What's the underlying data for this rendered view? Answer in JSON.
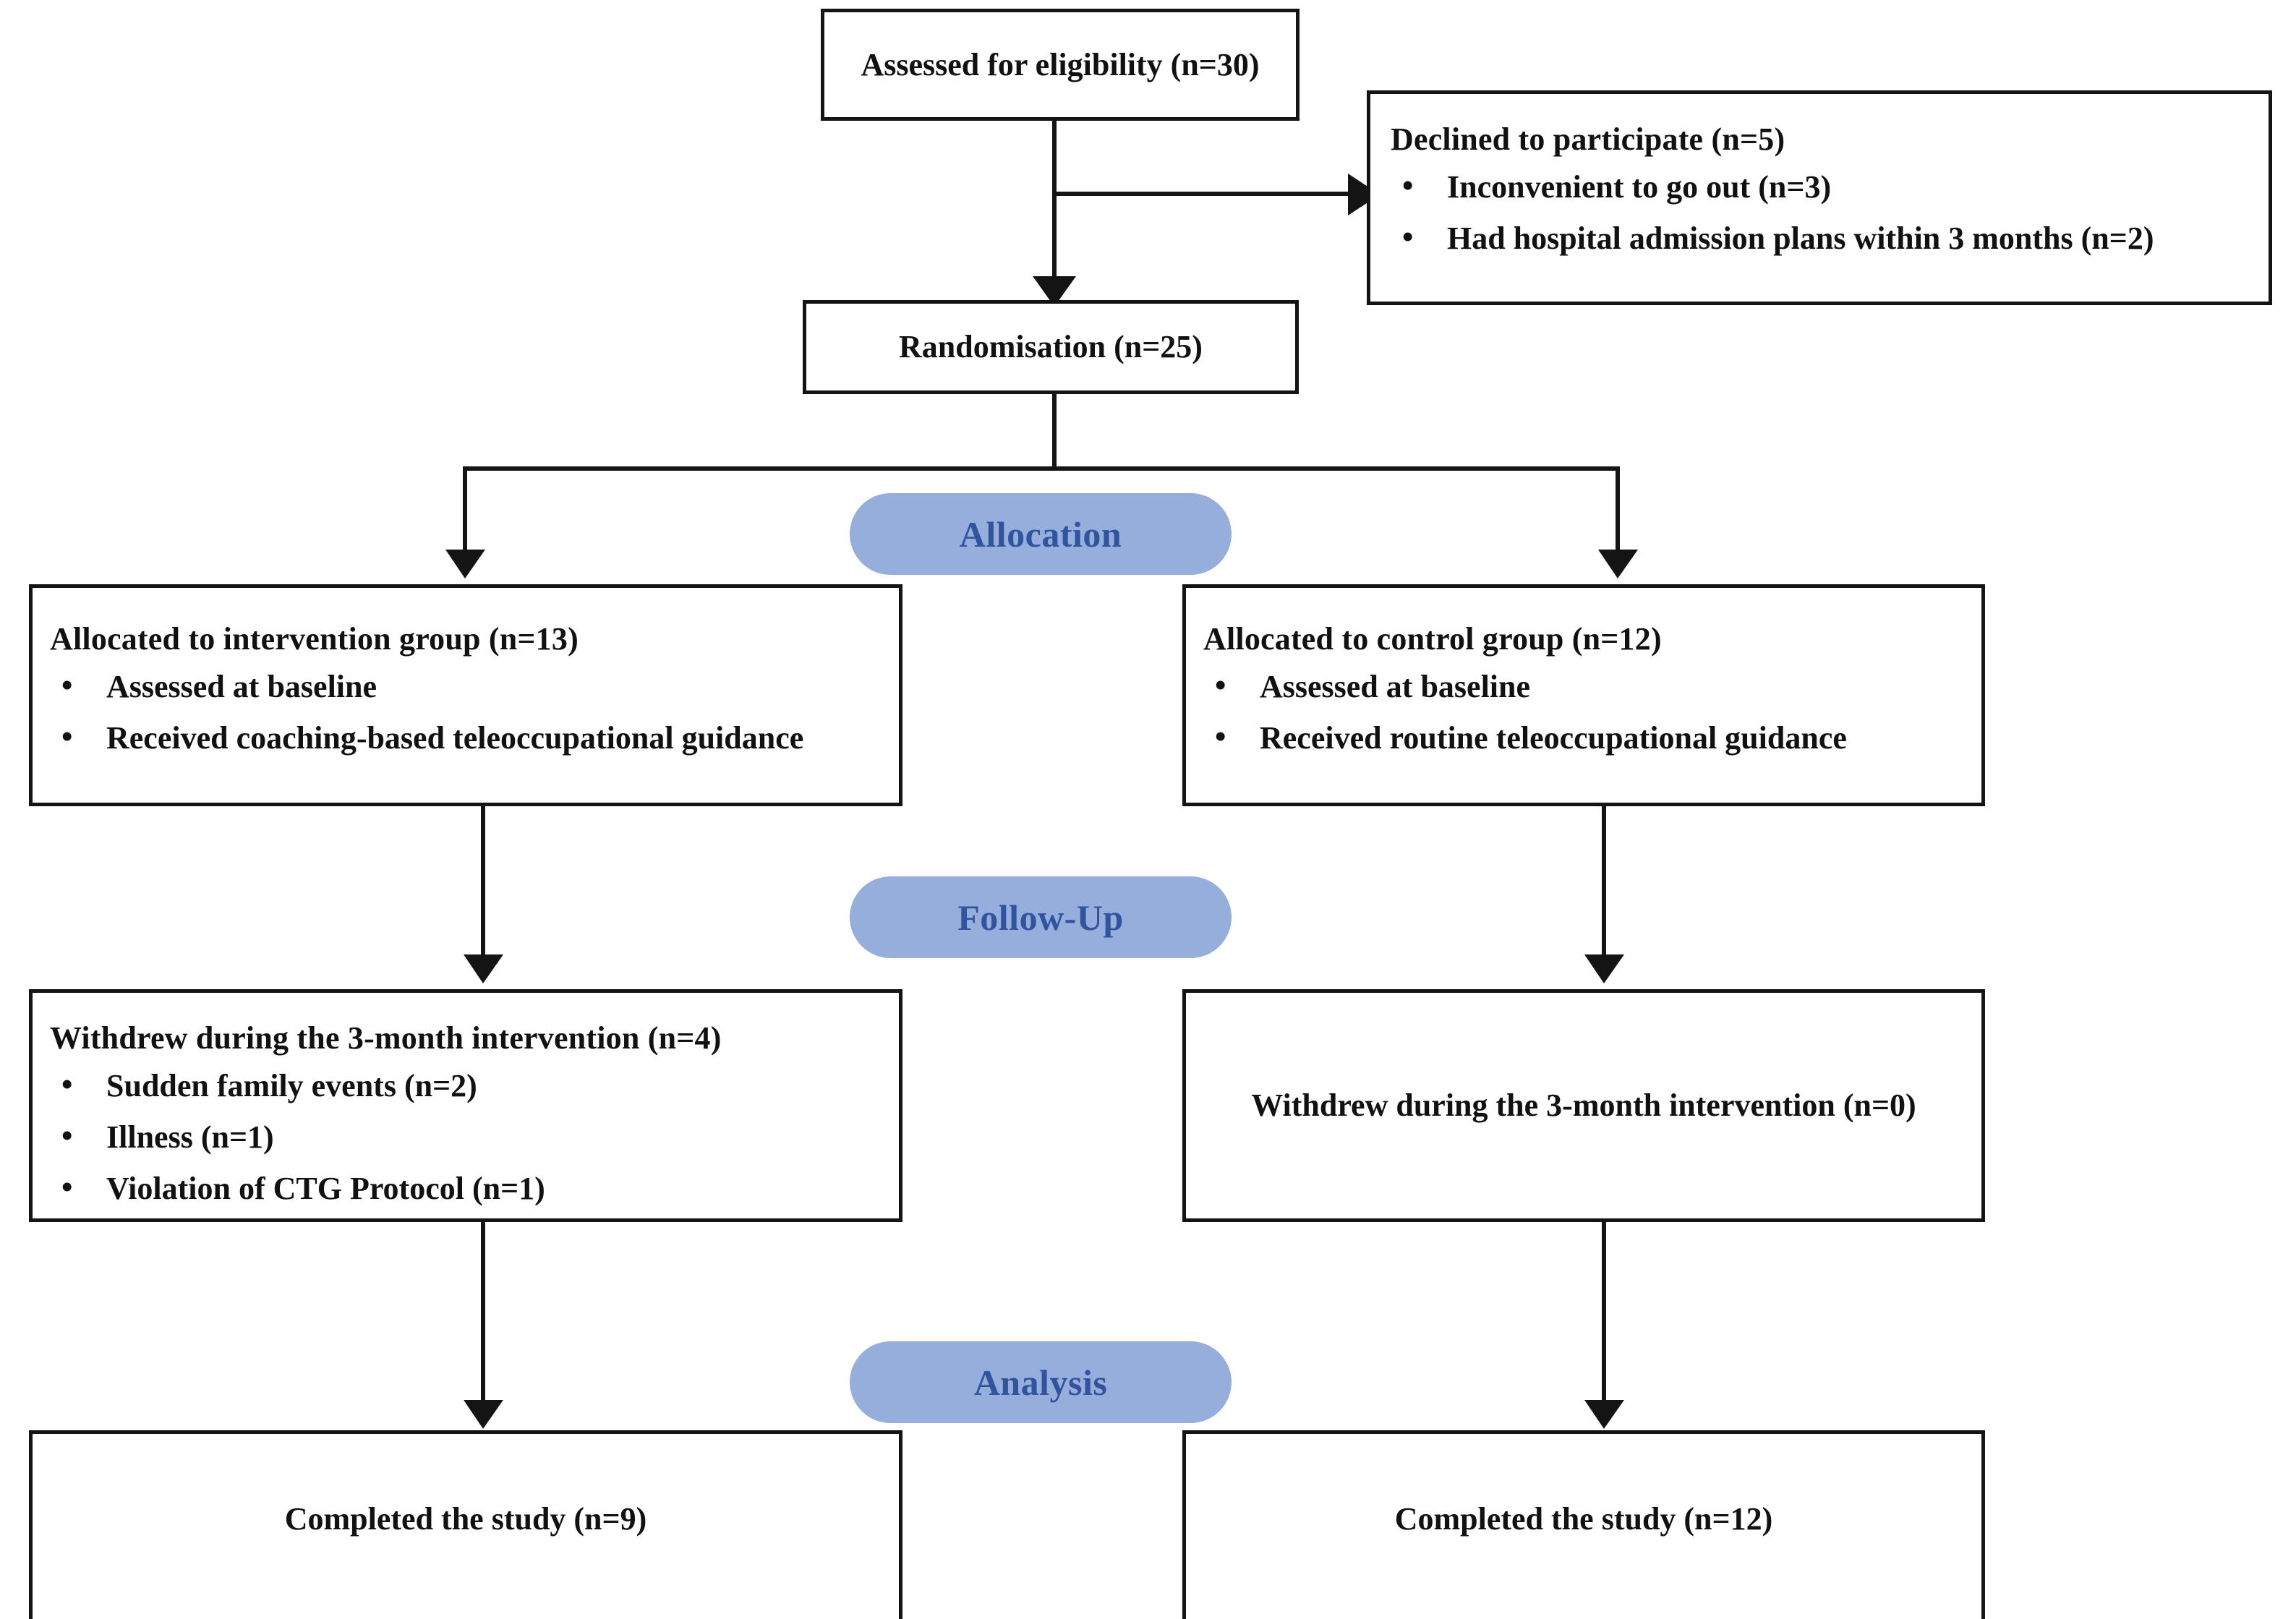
{
  "diagram": {
    "type": "CONSORT participant flow diagram",
    "accent_pill_bg": "#95AEDC",
    "accent_pill_text": "#31549F",
    "line_color": "#141414",
    "box_bg": "#FFFFFF"
  },
  "nodes": {
    "assessed": {
      "title": "Assessed for eligibility (n=30)"
    },
    "declined": {
      "title": "Declined to participate (n=5)",
      "bullets": [
        "Inconvenient to go out (n=3)",
        "Had hospital admission plans within 3 months (n=2)"
      ]
    },
    "randomisation": {
      "title": "Randomisation (n=25)"
    },
    "allocation_label": {
      "text": "Allocation"
    },
    "alloc_intervention": {
      "title": "Allocated to intervention group (n=13)",
      "bullets": [
        "Assessed at baseline",
        "Received coaching-based teleoccupational guidance"
      ]
    },
    "alloc_control": {
      "title": "Allocated to control group (n=12)",
      "bullets": [
        "Assessed at baseline",
        "Received routine teleoccupational guidance"
      ]
    },
    "followup_label": {
      "text": "Follow-Up"
    },
    "followup_intervention": {
      "title": "Withdrew during the 3-month intervention (n=4)",
      "bullets": [
        "Sudden family events (n=2)",
        "Illness (n=1)",
        "Violation of CTG Protocol (n=1)"
      ]
    },
    "followup_control": {
      "title": "Withdrew during the 3-month intervention (n=0)"
    },
    "analysis_label": {
      "text": "Analysis"
    },
    "analysis_intervention": {
      "title": "Completed the study (n=9)"
    },
    "analysis_control": {
      "title": "Completed the study (n=12)"
    }
  }
}
